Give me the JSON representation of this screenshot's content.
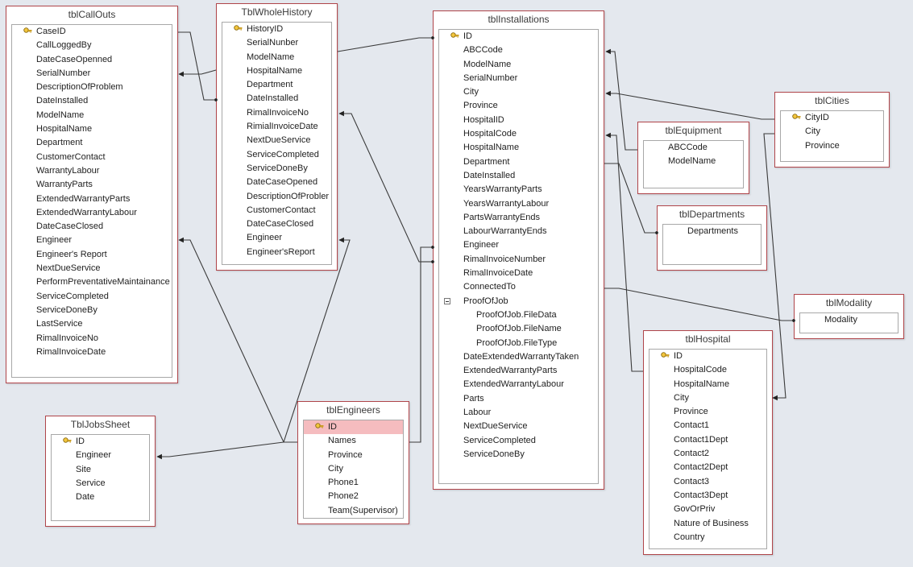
{
  "tables": {
    "callouts": {
      "title": "tblCallOuts",
      "fields": [
        "CaseID",
        "CallLoggedBy",
        "DateCaseOpenned",
        "SerialNumber",
        "DescriptionOfProblem",
        "DateInstalled",
        "ModelName",
        "HospitalName",
        "Department",
        "CustomerContact",
        "WarrantyLabour",
        "WarrantyParts",
        "ExtendedWarrantyParts",
        "ExtendedWarrantyLabour",
        "DateCaseClosed",
        "Engineer",
        "Engineer's Report",
        "NextDueService",
        "PerformPreventativeMaintainance",
        "ServiceCompleted",
        "ServiceDoneBy",
        "LastService",
        "RimalInvoiceNo",
        "RimalInvoiceDate"
      ]
    },
    "wholehistory": {
      "title": "TblWholeHistory",
      "fields": [
        "HistoryID",
        "SerialNunber",
        "ModelName",
        "HospitalName",
        "Department",
        "DateInstalled",
        "RimalInvoiceNo",
        "RimialInvoiceDate",
        "NextDueService",
        "ServiceCompleted",
        "ServiceDoneBy",
        "DateCaseOpened",
        "DescriptionOfProbler",
        "CustomerContact",
        "DateCaseClosed",
        "Engineer",
        "Engineer'sReport"
      ]
    },
    "installations": {
      "title": "tblInstallations",
      "fields": [
        "ID",
        "ABCCode",
        "ModelName",
        "SerialNumber",
        "City",
        "Province",
        "HospitalID",
        "HospitalCode",
        "HospitalName",
        "Department",
        "DateInstalled",
        "YearsWarrantyParts",
        "YearsWarrantyLabour",
        "PartsWarrantyEnds",
        "LabourWarrantyEnds",
        "Engineer",
        "RimalInvoiceNumber",
        "RimalInvoiceDate",
        "ConnectedTo",
        "ProofOfJob",
        "ProofOfJob.FileData",
        "ProofOfJob.FileName",
        "ProofOfJob.FileType",
        "DateExtendedWarrantyTaken",
        "ExtendedWarrantyParts",
        "ExtendedWarrantyLabour",
        "Parts",
        "Labour",
        "NextDueService",
        "ServiceCompleted",
        "ServiceDoneBy"
      ]
    },
    "cities": {
      "title": "tblCities",
      "fields": [
        "CityID",
        "City",
        "Province"
      ]
    },
    "equipment": {
      "title": "tblEquipment",
      "fields": [
        "ABCCode",
        "ModelName"
      ]
    },
    "departments": {
      "title": "tblDepartments",
      "fields": [
        "Departments"
      ]
    },
    "modality": {
      "title": "tblModality",
      "fields": [
        "Modality"
      ]
    },
    "hospital": {
      "title": "tblHospital",
      "fields": [
        "ID",
        "HospitalCode",
        "HospitalName",
        "City",
        "Province",
        "Contact1",
        "Contact1Dept",
        "Contact2",
        "Contact2Dept",
        "Contact3",
        "Contact3Dept",
        "GovOrPriv",
        "Nature of Business",
        "Country"
      ]
    },
    "engineers": {
      "title": "tblEngineers",
      "fields": [
        "ID",
        "Names",
        "Province",
        "City",
        "Phone1",
        "Phone2",
        "Team(Supervisor)"
      ]
    },
    "jobssheet": {
      "title": "TblJobsSheet",
      "fields": [
        "ID",
        "Engineer",
        "Site",
        "Service",
        "Date"
      ]
    }
  },
  "colors": {
    "border": "#b0454a",
    "background": "#e4e8ee",
    "selected": "#f5bcbf",
    "line": "#3a3a3a"
  },
  "icons": {
    "primary_key": "key-icon",
    "expander": "collapse-icon"
  }
}
